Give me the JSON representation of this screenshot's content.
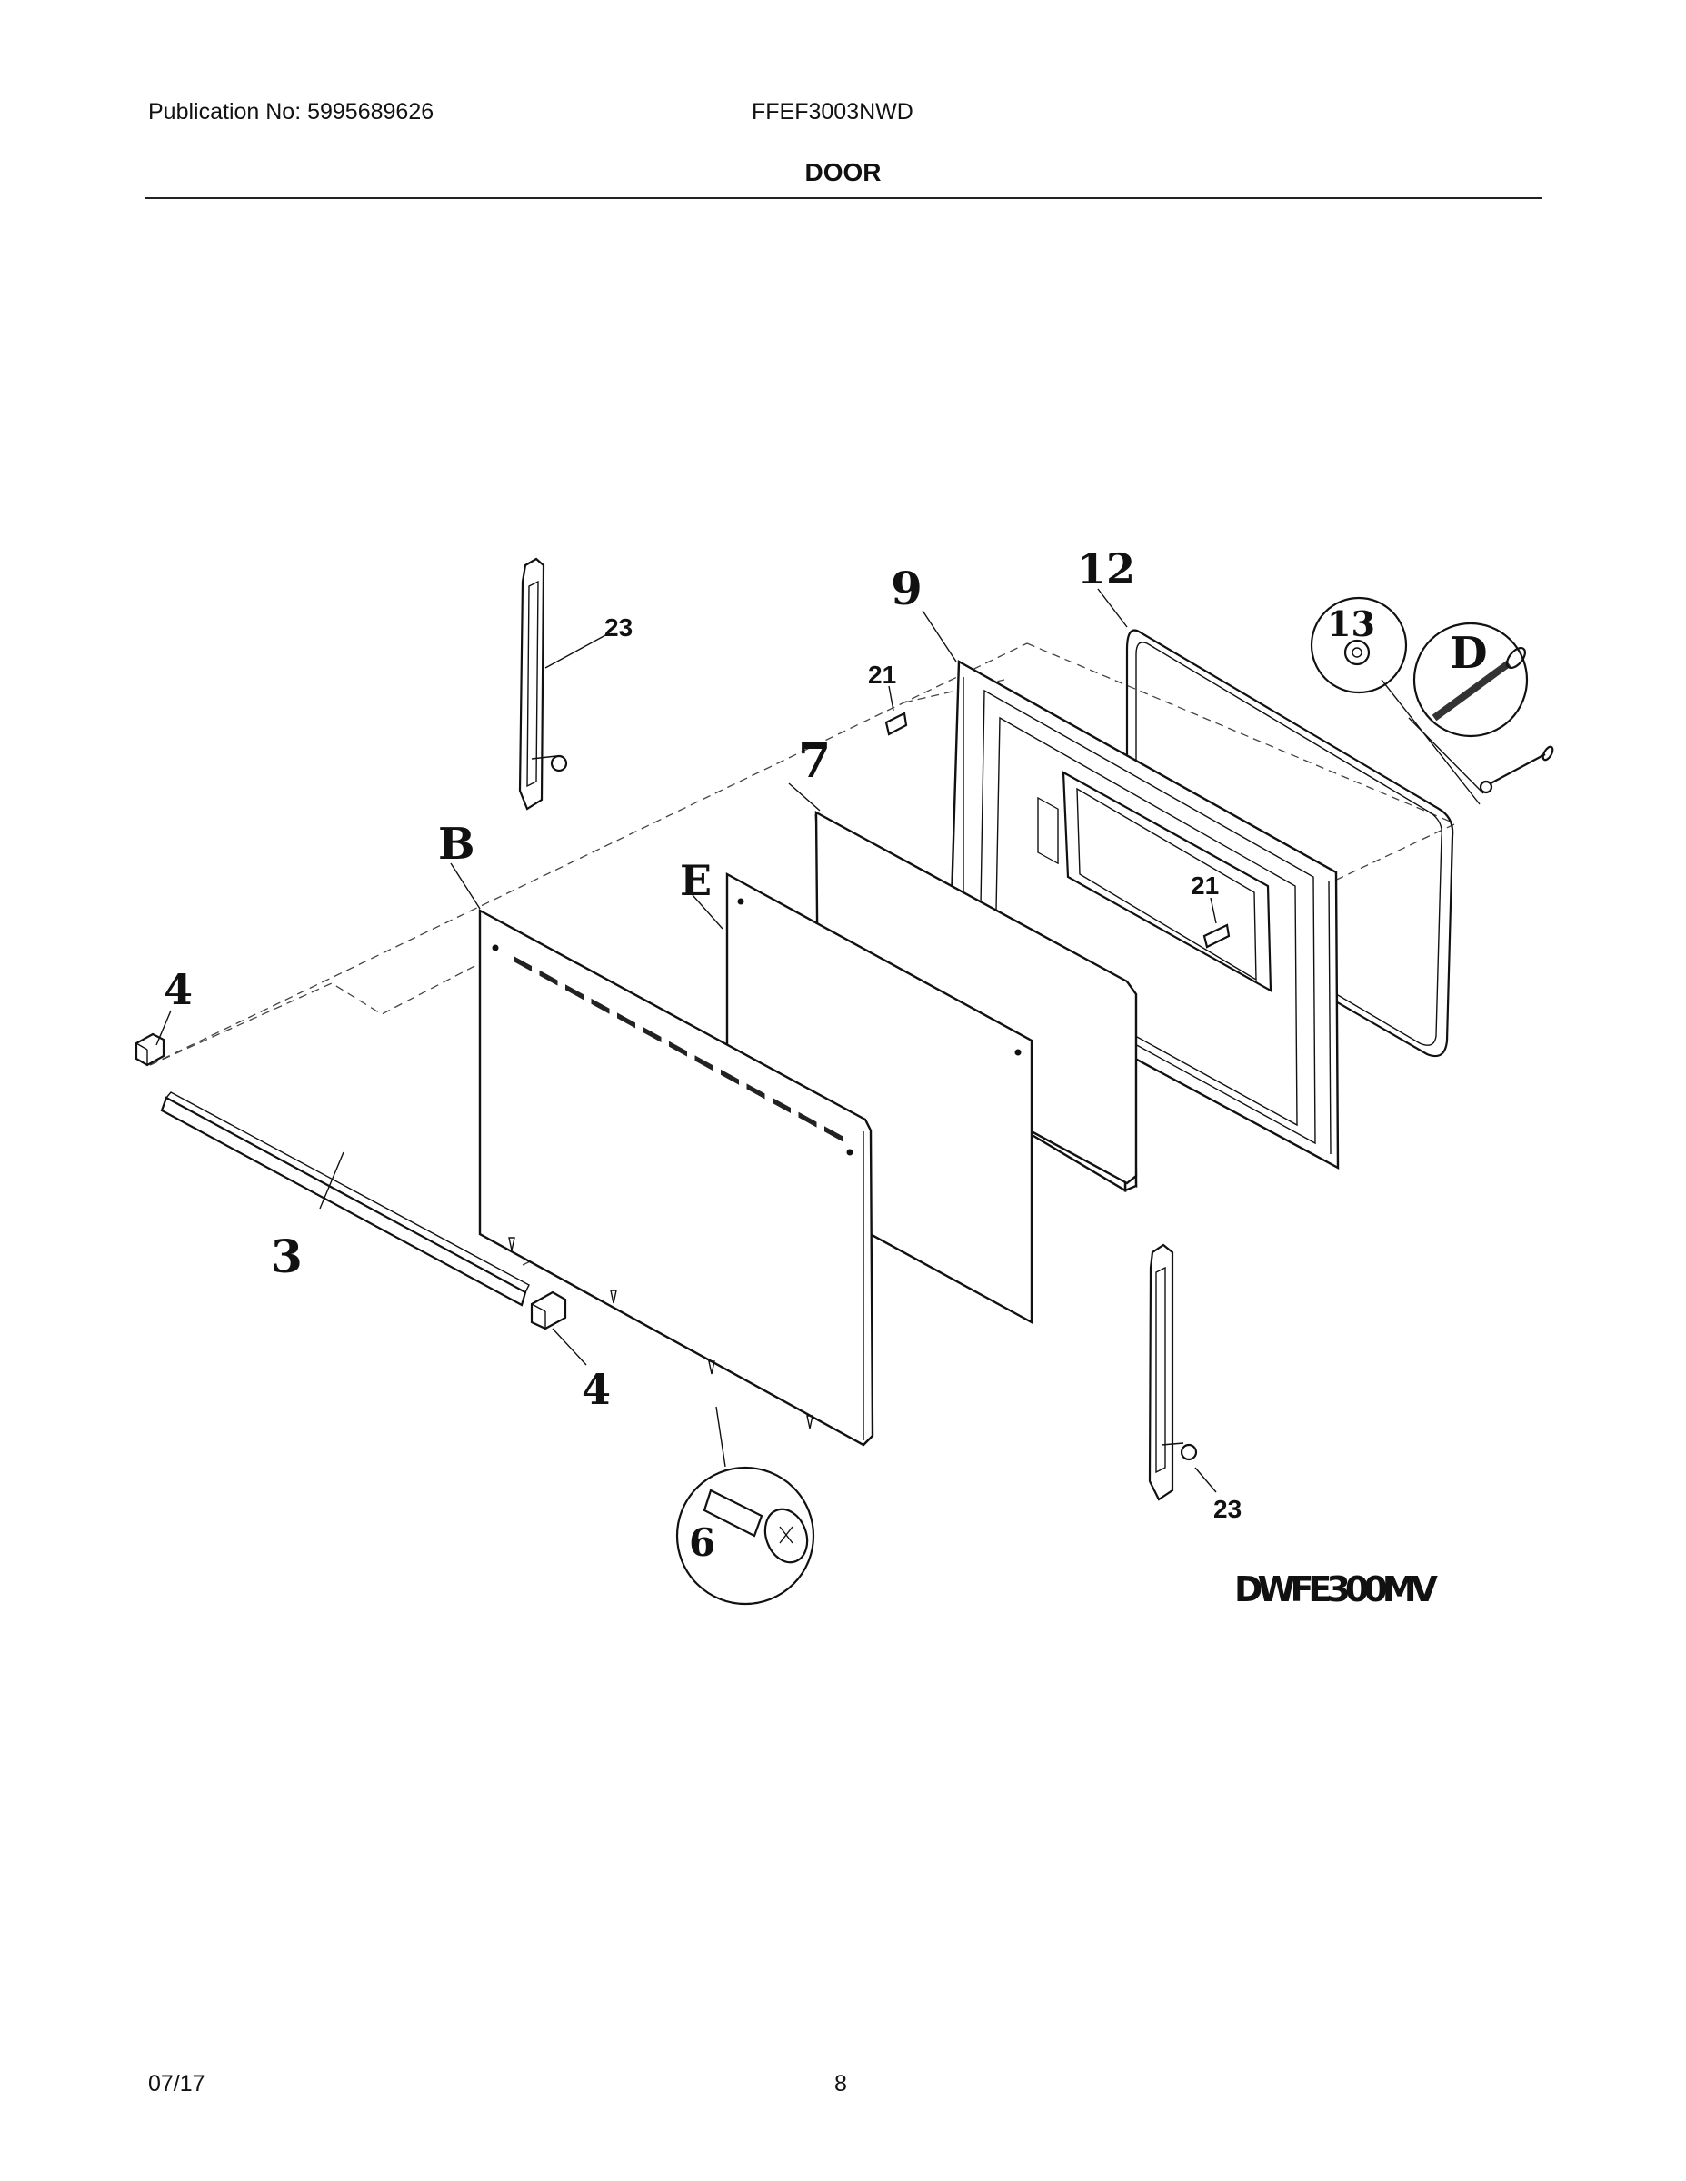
{
  "header": {
    "publication": "Publication No:  5995689626",
    "model": "FFEF3003NWD",
    "section_title": "DOOR"
  },
  "footer": {
    "date": "07/17",
    "page_number": "8"
  },
  "diagram": {
    "callouts": {
      "hinge_top": "23",
      "hinge_bottom": "23",
      "clip_top": "21",
      "clip_mid": "21",
      "outer_panel": "B",
      "glass": "E",
      "insulation": "7",
      "liner": "9",
      "gasket": "12",
      "washer": "13",
      "pin": "D",
      "end_cap_left": "4",
      "end_cap_right": "4",
      "trim_strip": "3",
      "screw": "6"
    },
    "figure_code": "DWFE300MV"
  }
}
